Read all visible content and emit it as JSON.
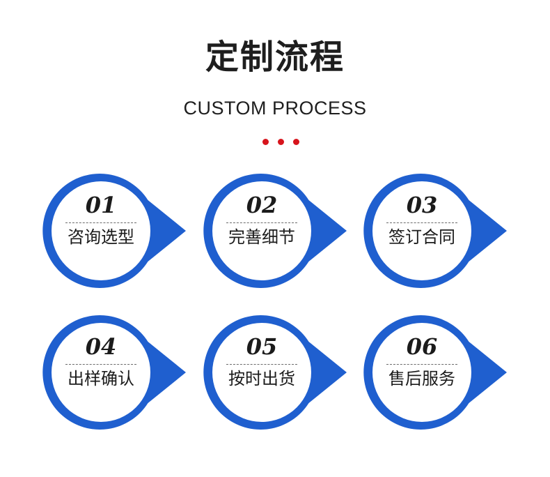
{
  "header": {
    "title": "定制流程",
    "subtitle": "CUSTOM PROCESS"
  },
  "colors": {
    "accent_blue": "#1f5fcf",
    "dot_red": "#d7141c",
    "text": "#1b1b1b"
  },
  "steps": [
    {
      "number": "01",
      "label": "咨询选型"
    },
    {
      "number": "02",
      "label": "完善细节"
    },
    {
      "number": "03",
      "label": "签订合同"
    },
    {
      "number": "04",
      "label": "出样确认"
    },
    {
      "number": "05",
      "label": "按时出货"
    },
    {
      "number": "06",
      "label": "售后服务"
    }
  ]
}
